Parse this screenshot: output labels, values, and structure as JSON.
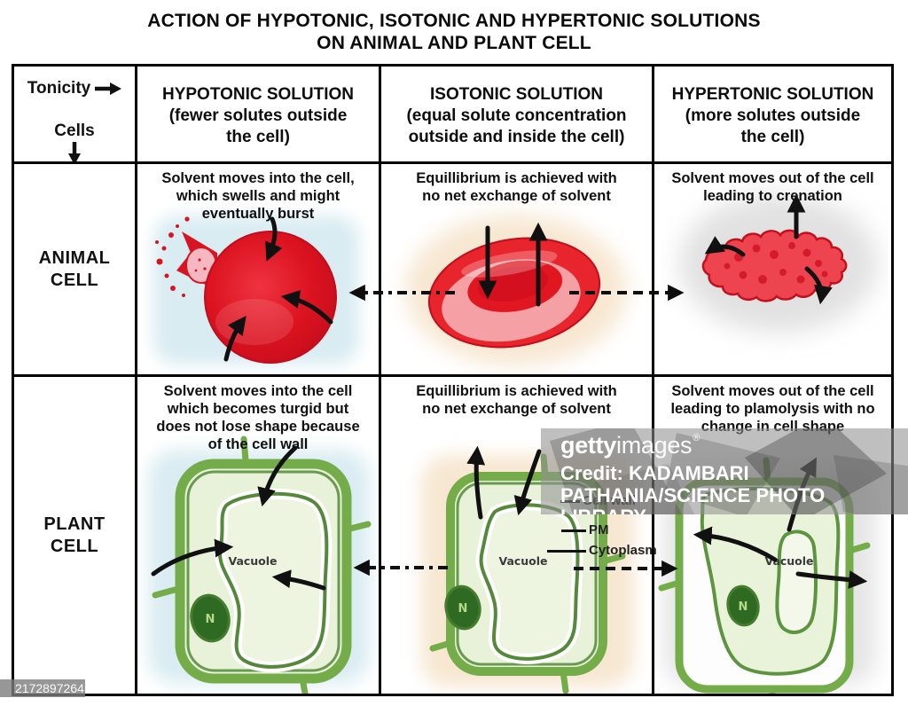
{
  "title": "ACTION OF HYPOTONIC, ISOTONIC AND HYPERTONIC SOLUTIONS\nON ANIMAL AND PLANT CELL",
  "corner": {
    "tonicity": "Tonicity",
    "cells": "Cells"
  },
  "columns": [
    {
      "header": "HYPOTONIC SOLUTION\n(fewer solutes outside\nthe cell)"
    },
    {
      "header": "ISOTONIC SOLUTION\n(equal solute concentration\noutside and inside the cell)"
    },
    {
      "header": "HYPERTONIC SOLUTION\n(more solutes outside\nthe cell)"
    }
  ],
  "animal_row": {
    "label": "ANIMAL\nCELL",
    "hypotonic": "Solvent moves into the cell,\nwhich swells and might\neventually burst",
    "isotonic": "Equillibrium is achieved with\nno net exchange of solvent",
    "hypertonic": "Solvent moves out of the cell\nleading to crenation"
  },
  "plant_row": {
    "label": "PLANT\nCELL",
    "hypotonic": "Solvent moves into the cell\nwhich becomes turgid but\ndoes not lose shape because\nof the cell wall",
    "isotonic": "Equillibrium is achieved with\nno net exchange of solvent",
    "hypertonic": "Solvent moves out of the cell\nleading to plamolysis with no\nchange in cell shape"
  },
  "cell_labels": {
    "vacuole": "Vacuole",
    "nucleus": "N",
    "cell_wall": "Cell wall",
    "plasma_membrane": "PM",
    "cytoplasm": "Cytoplasm"
  },
  "watermark": {
    "brand_bold": "getty",
    "brand_light": "images",
    "registered": "®",
    "credit": "Credit: KADAMBARI\nPATHANIA/SCIENCE PHOTO LIBRARY",
    "image_id": "2172897264"
  },
  "colors": {
    "red_cell": "#e31b23",
    "green_wall": "#74ac49",
    "halo_blue": "#d9ecf2",
    "halo_peach": "#f7e7d2",
    "halo_gray": "#c9c9c9",
    "line_black": "#111111"
  }
}
